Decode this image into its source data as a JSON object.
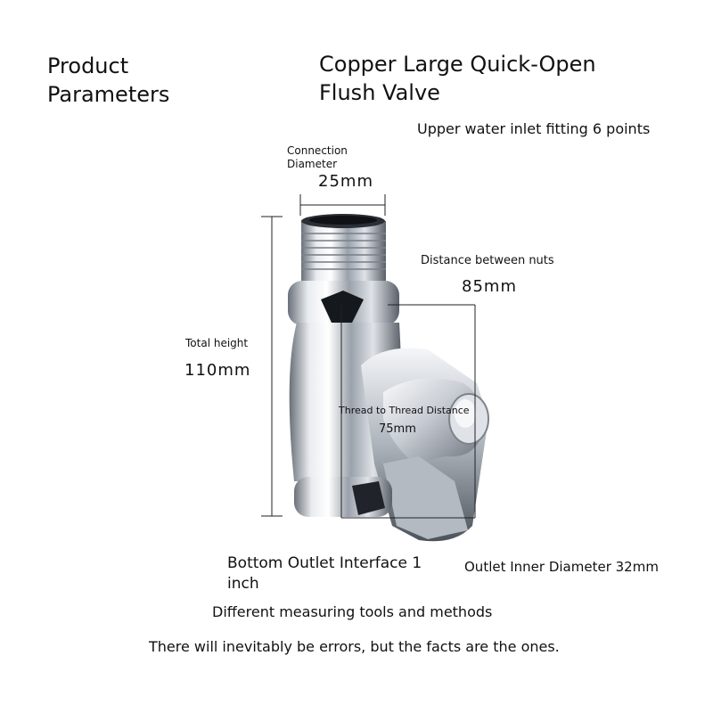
{
  "header": {
    "left_title": "Product Parameters",
    "right_title": "Copper Large Quick-Open Flush Valve"
  },
  "specs": {
    "upper_inlet": "Upper water inlet fitting 6 points",
    "connection_label": "Connection Diameter",
    "connection_value": "25mm",
    "nuts_label": "Distance between nuts",
    "nuts_value": "85mm",
    "total_label": "Total height",
    "total_value": "110mm",
    "thread_label": "Thread to Thread Distance",
    "thread_value": "75mm",
    "bottom_outlet": "Bottom Outlet Interface 1 inch",
    "outlet_inner": "Outlet Inner Diameter 32mm"
  },
  "notes": {
    "line1": "Different measuring tools and methods",
    "line2": "There will inevitably be errors, but the facts are the ones."
  },
  "colors": {
    "chrome_light": "#f2f4f7",
    "chrome_mid": "#b9bec6",
    "chrome_dark": "#3a3f47",
    "dimension_line": "#222222"
  }
}
